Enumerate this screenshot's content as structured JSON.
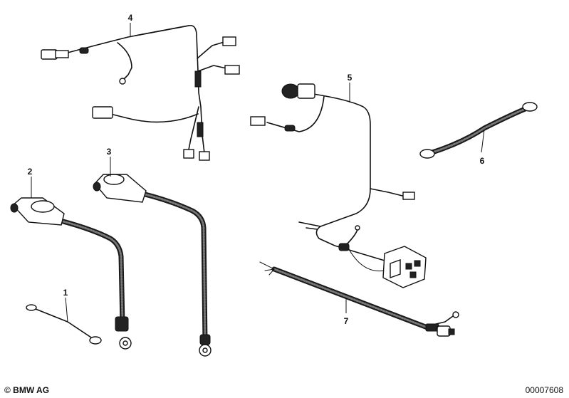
{
  "diagram": {
    "callouts": [
      {
        "id": "1",
        "label": "1"
      },
      {
        "id": "2",
        "label": "2"
      },
      {
        "id": "3",
        "label": "3"
      },
      {
        "id": "4",
        "label": "4"
      },
      {
        "id": "5",
        "label": "5"
      },
      {
        "id": "6",
        "label": "6"
      },
      {
        "id": "7",
        "label": "7"
      }
    ]
  },
  "footer": {
    "copyright": "© BMW AG",
    "drawing_number": "00007608"
  }
}
